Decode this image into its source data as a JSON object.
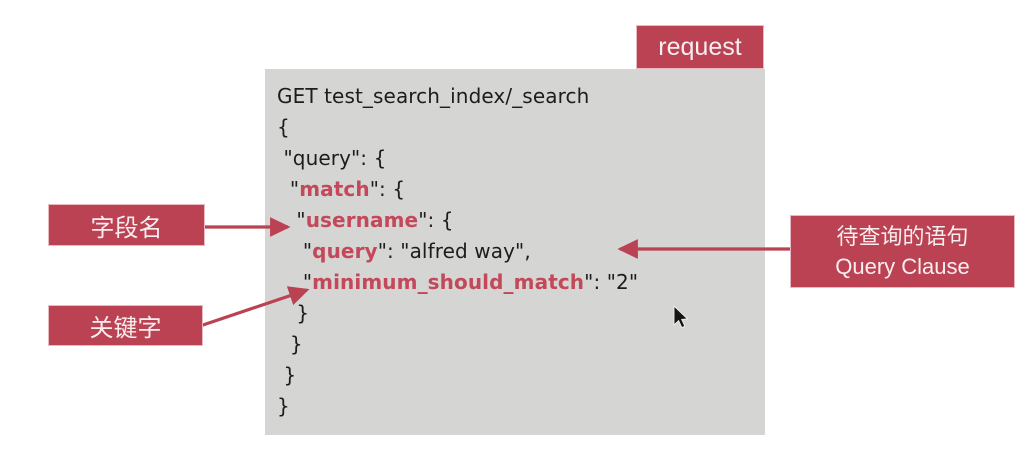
{
  "diagram": {
    "title_badge": "request",
    "accent_color": "#bb4252",
    "panel_color": "#d5d5d3",
    "code_text_color": "#1d1d1d",
    "code_keyword_color": "#c2485a"
  },
  "code": {
    "request_line": "GET test_search_index/_search",
    "lines": [
      {
        "indent": 0,
        "segments": [
          {
            "t": "GET test_search_index/_search",
            "k": false
          }
        ]
      },
      {
        "indent": 0,
        "segments": [
          {
            "t": "{",
            "k": false
          }
        ]
      },
      {
        "indent": 1,
        "segments": [
          {
            "t": "\"query\": {",
            "k": false
          }
        ]
      },
      {
        "indent": 2,
        "segments": [
          {
            "t": "\"",
            "k": false
          },
          {
            "t": "match",
            "k": true
          },
          {
            "t": "\": {",
            "k": false
          }
        ]
      },
      {
        "indent": 3,
        "segments": [
          {
            "t": "\"",
            "k": false
          },
          {
            "t": "username",
            "k": true
          },
          {
            "t": "\": {",
            "k": false
          }
        ]
      },
      {
        "indent": 4,
        "segments": [
          {
            "t": "\"",
            "k": false
          },
          {
            "t": "query",
            "k": true
          },
          {
            "t": "\": \"alfred way\",",
            "k": false
          }
        ]
      },
      {
        "indent": 4,
        "segments": [
          {
            "t": "\"",
            "k": false
          },
          {
            "t": "minimum_should_match",
            "k": true
          },
          {
            "t": "\": \"2\"",
            "k": false
          }
        ]
      },
      {
        "indent": 3,
        "segments": [
          {
            "t": "}",
            "k": false
          }
        ]
      },
      {
        "indent": 2,
        "segments": [
          {
            "t": "}",
            "k": false
          }
        ]
      },
      {
        "indent": 1,
        "segments": [
          {
            "t": "}",
            "k": false
          }
        ]
      },
      {
        "indent": 0,
        "segments": [
          {
            "t": "}",
            "k": false
          }
        ]
      }
    ],
    "values": {
      "index": "test_search_index",
      "endpoint": "_search",
      "method": "GET",
      "field": "username",
      "query_text": "alfred way",
      "minimum_should_match": "2"
    }
  },
  "annotations": {
    "request": "request",
    "field_name": "字段名",
    "keyword": "关键字",
    "query_clause_cn": "待查询的语句",
    "query_clause_en": "Query Clause"
  }
}
